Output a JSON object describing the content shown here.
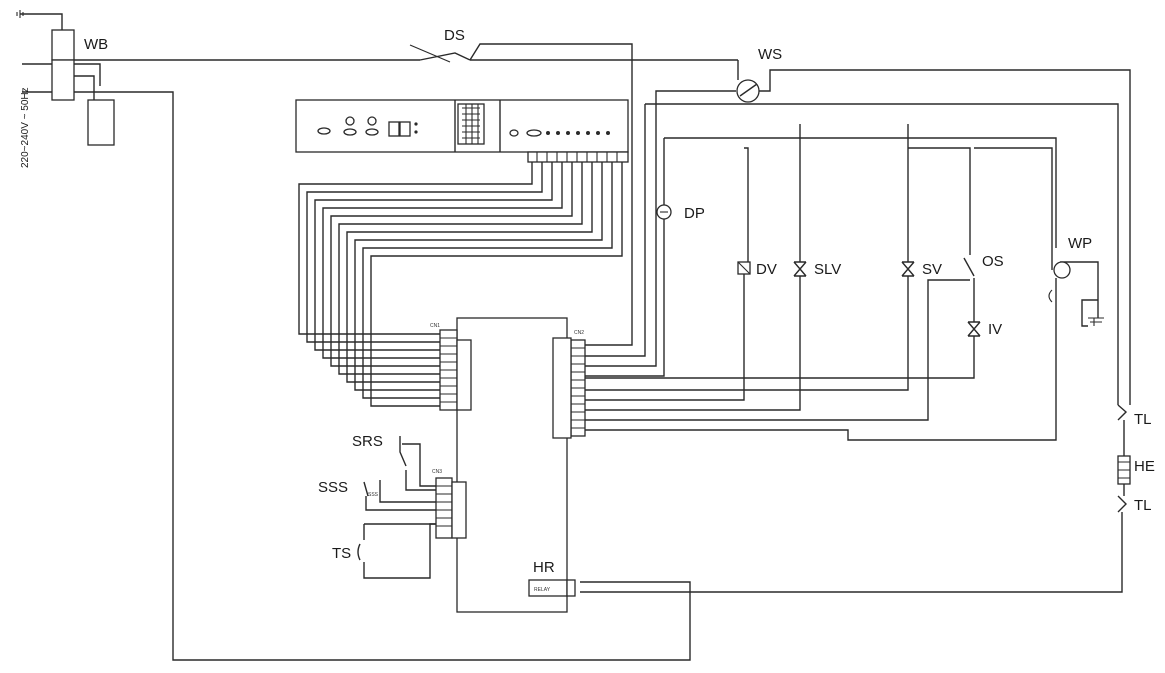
{
  "labels": {
    "wb": "WB",
    "ds": "DS",
    "ws": "WS",
    "dp": "DP",
    "dv": "DV",
    "slv": "SLV",
    "sv": "SV",
    "os": "OS",
    "wp": "WP",
    "iv": "IV",
    "tl_top": "TL",
    "he": "HE",
    "tl_bottom": "TL",
    "srs": "SRS",
    "sss": "SSS",
    "ts": "TS",
    "hr": "HR"
  },
  "supply_voltage": "220~240V ~ 50Hz",
  "colors": {
    "wire": "#2a2a2a",
    "background": "#ffffff"
  }
}
